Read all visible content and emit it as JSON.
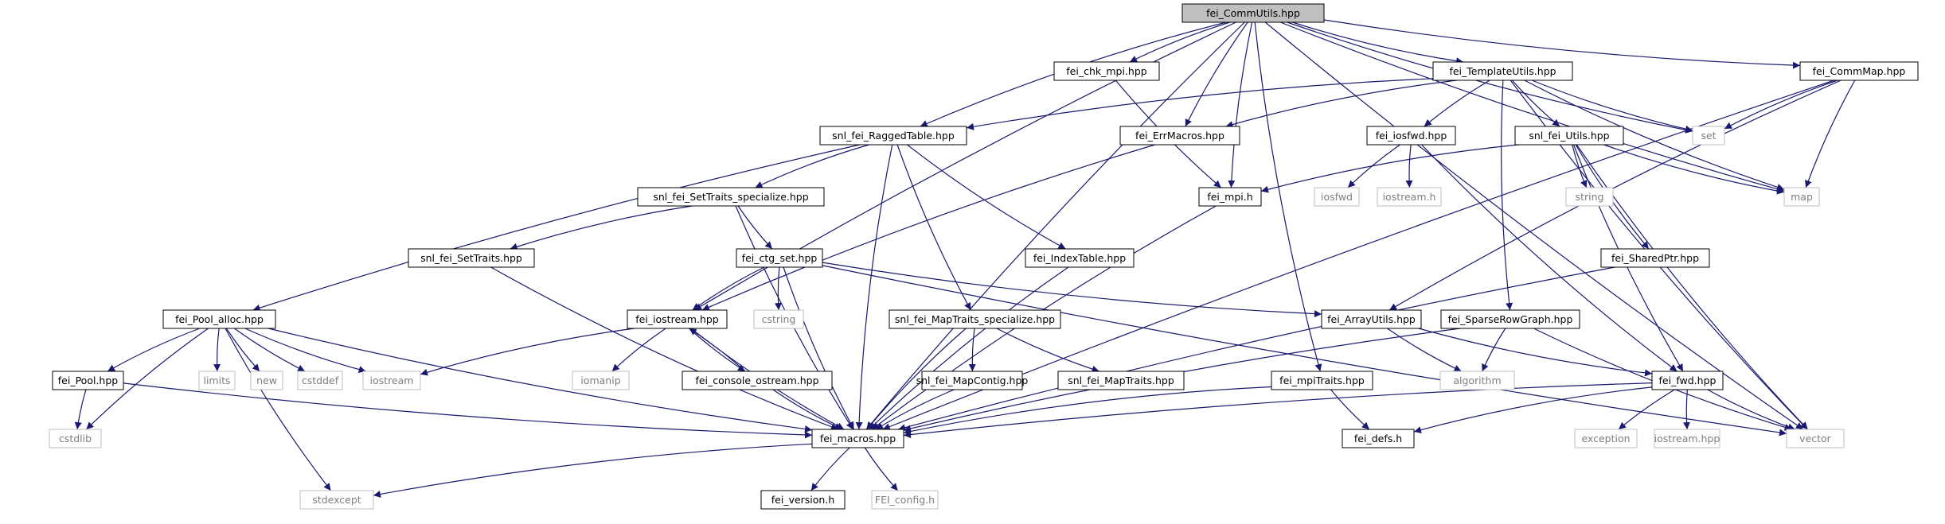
{
  "colors": {
    "edge": "#191970",
    "root_fill": "#bfbfbf",
    "node_border": "#000000",
    "external_border": "#bfbfbf",
    "external_text": "#7f7f7f",
    "text": "#000000"
  },
  "nodes": [
    {
      "id": "n0",
      "label": "fei_CommUtils.hpp",
      "kind": "root"
    },
    {
      "id": "n1",
      "label": "fei_chk_mpi.hpp",
      "kind": "internal"
    },
    {
      "id": "n2",
      "label": "fei_TemplateUtils.hpp",
      "kind": "internal"
    },
    {
      "id": "n3",
      "label": "fei_CommMap.hpp",
      "kind": "internal"
    },
    {
      "id": "n4",
      "label": "snl_fei_RaggedTable.hpp",
      "kind": "internal"
    },
    {
      "id": "n5",
      "label": "fei_ErrMacros.hpp",
      "kind": "internal"
    },
    {
      "id": "n6",
      "label": "fei_iosfwd.hpp",
      "kind": "internal"
    },
    {
      "id": "n7",
      "label": "snl_fei_Utils.hpp",
      "kind": "internal"
    },
    {
      "id": "n8",
      "label": "set",
      "kind": "external"
    },
    {
      "id": "n9",
      "label": "map",
      "kind": "external"
    },
    {
      "id": "n10",
      "label": "snl_fei_SetTraits_specialize.hpp",
      "kind": "internal"
    },
    {
      "id": "n11",
      "label": "fei_mpi.h",
      "kind": "internal"
    },
    {
      "id": "n12",
      "label": "iosfwd",
      "kind": "external"
    },
    {
      "id": "n13",
      "label": "iostream.h",
      "kind": "external"
    },
    {
      "id": "n14",
      "label": "string",
      "kind": "external"
    },
    {
      "id": "n15",
      "label": "snl_fei_SetTraits.hpp",
      "kind": "internal"
    },
    {
      "id": "n16",
      "label": "fei_ctg_set.hpp",
      "kind": "internal"
    },
    {
      "id": "n17",
      "label": "fei_IndexTable.hpp",
      "kind": "internal"
    },
    {
      "id": "n18",
      "label": "fei_SharedPtr.hpp",
      "kind": "internal"
    },
    {
      "id": "n19",
      "label": "cstring",
      "kind": "external"
    },
    {
      "id": "n20",
      "label": "fei_Pool_alloc.hpp",
      "kind": "internal"
    },
    {
      "id": "n21",
      "label": "fei_iostream.hpp",
      "kind": "internal"
    },
    {
      "id": "n22",
      "label": "snl_fei_MapTraits_specialize.hpp",
      "kind": "internal"
    },
    {
      "id": "n23",
      "label": "fei_ArrayUtils.hpp",
      "kind": "internal"
    },
    {
      "id": "n24",
      "label": "fei_SparseRowGraph.hpp",
      "kind": "internal"
    },
    {
      "id": "n25",
      "label": "limits",
      "kind": "external"
    },
    {
      "id": "n26",
      "label": "new",
      "kind": "external"
    },
    {
      "id": "n27",
      "label": "cstddef",
      "kind": "external"
    },
    {
      "id": "n28",
      "label": "iostream",
      "kind": "external"
    },
    {
      "id": "n29",
      "label": "iomanip",
      "kind": "external"
    },
    {
      "id": "n30",
      "label": "algorithm",
      "kind": "external"
    },
    {
      "id": "n31",
      "label": "fei_Pool.hpp",
      "kind": "internal"
    },
    {
      "id": "n32",
      "label": "fei_console_ostream.hpp",
      "kind": "internal"
    },
    {
      "id": "n33",
      "label": "snl_fei_MapContig.hpp",
      "kind": "internal"
    },
    {
      "id": "n34",
      "label": "snl_fei_MapTraits.hpp",
      "kind": "internal"
    },
    {
      "id": "n35",
      "label": "fei_mpiTraits.hpp",
      "kind": "internal"
    },
    {
      "id": "n36",
      "label": "fei_fwd.hpp",
      "kind": "internal"
    },
    {
      "id": "n37",
      "label": "cstdlib",
      "kind": "external"
    },
    {
      "id": "n38",
      "label": "fei_macros.hpp",
      "kind": "internal"
    },
    {
      "id": "n39",
      "label": "fei_defs.h",
      "kind": "internal"
    },
    {
      "id": "n40",
      "label": "exception",
      "kind": "external"
    },
    {
      "id": "n41",
      "label": "iostream.hpp",
      "kind": "external"
    },
    {
      "id": "n42",
      "label": "vector",
      "kind": "external"
    },
    {
      "id": "n43",
      "label": "stdexcept",
      "kind": "external"
    },
    {
      "id": "n44",
      "label": "fei_version.h",
      "kind": "internal"
    },
    {
      "id": "n45",
      "label": "FEI_config.h",
      "kind": "external"
    }
  ],
  "edges": [
    [
      "n0",
      "n1"
    ],
    [
      "n0",
      "n2"
    ],
    [
      "n0",
      "n3"
    ],
    [
      "n0",
      "n4"
    ],
    [
      "n0",
      "n5"
    ],
    [
      "n0",
      "n11"
    ],
    [
      "n0",
      "n21"
    ],
    [
      "n0",
      "n35"
    ],
    [
      "n0",
      "n38"
    ],
    [
      "n0",
      "n8"
    ],
    [
      "n0",
      "n9"
    ],
    [
      "n0",
      "n42"
    ],
    [
      "n1",
      "n11"
    ],
    [
      "n2",
      "n4"
    ],
    [
      "n2",
      "n5"
    ],
    [
      "n2",
      "n6"
    ],
    [
      "n2",
      "n7"
    ],
    [
      "n2",
      "n24"
    ],
    [
      "n2",
      "n8"
    ],
    [
      "n2",
      "n9"
    ],
    [
      "n2",
      "n42"
    ],
    [
      "n3",
      "n8"
    ],
    [
      "n3",
      "n9"
    ],
    [
      "n3",
      "n23"
    ],
    [
      "n3",
      "n38"
    ],
    [
      "n4",
      "n10"
    ],
    [
      "n4",
      "n17"
    ],
    [
      "n4",
      "n22"
    ],
    [
      "n4",
      "n20"
    ],
    [
      "n4",
      "n38"
    ],
    [
      "n5",
      "n21"
    ],
    [
      "n6",
      "n12"
    ],
    [
      "n6",
      "n13"
    ],
    [
      "n6",
      "n36"
    ],
    [
      "n7",
      "n11"
    ],
    [
      "n7",
      "n14"
    ],
    [
      "n7",
      "n18"
    ],
    [
      "n7",
      "n36"
    ],
    [
      "n7",
      "n9"
    ],
    [
      "n7",
      "n42"
    ],
    [
      "n10",
      "n15"
    ],
    [
      "n10",
      "n16"
    ],
    [
      "n10",
      "n38"
    ],
    [
      "n11",
      "n38"
    ],
    [
      "n15",
      "n38"
    ],
    [
      "n16",
      "n19"
    ],
    [
      "n16",
      "n21"
    ],
    [
      "n16",
      "n23"
    ],
    [
      "n16",
      "n38"
    ],
    [
      "n16",
      "n42"
    ],
    [
      "n17",
      "n38"
    ],
    [
      "n18",
      "n38"
    ],
    [
      "n20",
      "n31"
    ],
    [
      "n20",
      "n25"
    ],
    [
      "n20",
      "n26"
    ],
    [
      "n20",
      "n27"
    ],
    [
      "n20",
      "n28"
    ],
    [
      "n20",
      "n37"
    ],
    [
      "n20",
      "n43"
    ],
    [
      "n20",
      "n38"
    ],
    [
      "n21",
      "n29"
    ],
    [
      "n21",
      "n32"
    ],
    [
      "n21",
      "n28"
    ],
    [
      "n21",
      "n38"
    ],
    [
      "n32",
      "n21"
    ],
    [
      "n32",
      "n38"
    ],
    [
      "n22",
      "n33"
    ],
    [
      "n22",
      "n34"
    ],
    [
      "n22",
      "n38"
    ],
    [
      "n33",
      "n38"
    ],
    [
      "n23",
      "n30"
    ],
    [
      "n23",
      "n36"
    ],
    [
      "n24",
      "n30"
    ],
    [
      "n24",
      "n38"
    ],
    [
      "n24",
      "n42"
    ],
    [
      "n31",
      "n37"
    ],
    [
      "n31",
      "n38"
    ],
    [
      "n35",
      "n38"
    ],
    [
      "n35",
      "n39"
    ],
    [
      "n36",
      "n38"
    ],
    [
      "n36",
      "n39"
    ],
    [
      "n36",
      "n40"
    ],
    [
      "n36",
      "n41"
    ],
    [
      "n36",
      "n42"
    ],
    [
      "n38",
      "n43"
    ],
    [
      "n38",
      "n44"
    ],
    [
      "n38",
      "n45"
    ]
  ]
}
